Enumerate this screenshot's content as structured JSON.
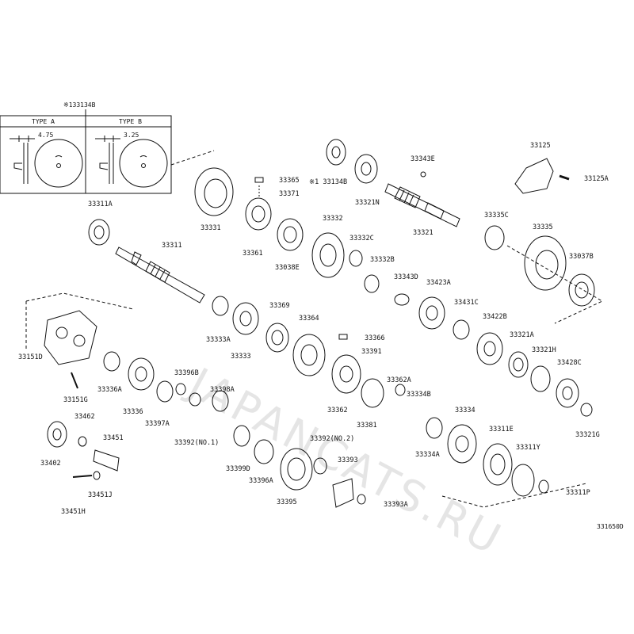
{
  "diagram_code": "331650D",
  "watermark": "JAPANCATS.RU",
  "inset": {
    "ref": "※133134B",
    "type_a": {
      "title": "TYPE A",
      "dim": "4.75"
    },
    "type_b": {
      "title": "TYPE B",
      "dim": "3.25"
    }
  },
  "parts": [
    {
      "id": "p-33311A",
      "label": "33311A"
    },
    {
      "id": "p-33331",
      "label": "33331"
    },
    {
      "id": "p-33365",
      "label": "33365"
    },
    {
      "id": "p-33371",
      "label": "33371"
    },
    {
      "id": "p-133134B",
      "label": "※1 33134B"
    },
    {
      "id": "p-33321N",
      "label": "33321N"
    },
    {
      "id": "p-33343E",
      "label": "33343E"
    },
    {
      "id": "p-33321",
      "label": "33321"
    },
    {
      "id": "p-33125",
      "label": "33125"
    },
    {
      "id": "p-33125A",
      "label": "33125A"
    },
    {
      "id": "p-33361",
      "label": "33361"
    },
    {
      "id": "p-33332",
      "label": "33332"
    },
    {
      "id": "p-33038E",
      "label": "33038E"
    },
    {
      "id": "p-33332C",
      "label": "33332C"
    },
    {
      "id": "p-33332B",
      "label": "33332B"
    },
    {
      "id": "p-33335C",
      "label": "33335C"
    },
    {
      "id": "p-33335",
      "label": "33335"
    },
    {
      "id": "p-33037B",
      "label": "33037B"
    },
    {
      "id": "p-33311",
      "label": "33311"
    },
    {
      "id": "p-33343D",
      "label": "33343D"
    },
    {
      "id": "p-33423A",
      "label": "33423A"
    },
    {
      "id": "p-33369",
      "label": "33369"
    },
    {
      "id": "p-33431C",
      "label": "33431C"
    },
    {
      "id": "p-33364",
      "label": "33364"
    },
    {
      "id": "p-33422B",
      "label": "33422B"
    },
    {
      "id": "p-33333A",
      "label": "33333A"
    },
    {
      "id": "p-33366",
      "label": "33366"
    },
    {
      "id": "p-33391",
      "label": "33391"
    },
    {
      "id": "p-33321A",
      "label": "33321A"
    },
    {
      "id": "p-33151D",
      "label": "33151D"
    },
    {
      "id": "p-33333",
      "label": "33333"
    },
    {
      "id": "p-33321H",
      "label": "33321H"
    },
    {
      "id": "p-33428C",
      "label": "33428C"
    },
    {
      "id": "p-33396B",
      "label": "33396B"
    },
    {
      "id": "p-33336A",
      "label": "33336A"
    },
    {
      "id": "p-33362A",
      "label": "33362A"
    },
    {
      "id": "p-33151G",
      "label": "33151G"
    },
    {
      "id": "p-33398A",
      "label": "33398A"
    },
    {
      "id": "p-33334B",
      "label": "33334B"
    },
    {
      "id": "p-33336",
      "label": "33336"
    },
    {
      "id": "p-33362",
      "label": "33362"
    },
    {
      "id": "p-33334",
      "label": "33334"
    },
    {
      "id": "p-33462",
      "label": "33462"
    },
    {
      "id": "p-33397A",
      "label": "33397A"
    },
    {
      "id": "p-33321G",
      "label": "33321G"
    },
    {
      "id": "p-33381",
      "label": "33381"
    },
    {
      "id": "p-33311E",
      "label": "33311E"
    },
    {
      "id": "p-33451",
      "label": "33451"
    },
    {
      "id": "p-33392-1",
      "label": "33392(NO.1)"
    },
    {
      "id": "p-33392-2",
      "label": "33392(NO.2)"
    },
    {
      "id": "p-33334A",
      "label": "33334A"
    },
    {
      "id": "p-33311Y",
      "label": "33311Y"
    },
    {
      "id": "p-33402",
      "label": "33402"
    },
    {
      "id": "p-33399D",
      "label": "33399D"
    },
    {
      "id": "p-33393",
      "label": "33393"
    },
    {
      "id": "p-33396A",
      "label": "33396A"
    },
    {
      "id": "p-33451J",
      "label": "33451J"
    },
    {
      "id": "p-33311P",
      "label": "33311P"
    },
    {
      "id": "p-33395",
      "label": "33395"
    },
    {
      "id": "p-33393A",
      "label": "33393A"
    },
    {
      "id": "p-33451H",
      "label": "33451H"
    }
  ]
}
